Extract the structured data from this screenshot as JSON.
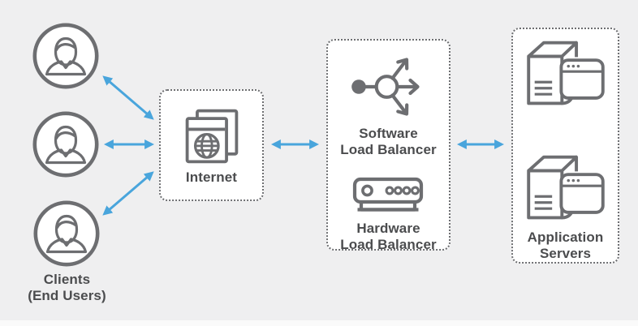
{
  "nodes": {
    "clients": {
      "icon": "user-icon",
      "count": 3,
      "label_line1": "Clients",
      "label_line2": "(End Users)"
    },
    "internet": {
      "icon": "browser-globe-icon",
      "label": "Internet"
    },
    "software_lb": {
      "icon": "distribution-arrows-icon",
      "label_line1": "Software",
      "label_line2": "Load Balancer"
    },
    "hardware_lb": {
      "icon": "network-appliance-icon",
      "label_line1": "Hardware",
      "label_line2": "Load Balancer"
    },
    "app_servers": {
      "icon": "server-browser-icon",
      "count": 2,
      "label_line1": "Application",
      "label_line2": "Servers"
    }
  },
  "connections": [
    {
      "from": "client-1",
      "to": "internet",
      "bidirectional": true
    },
    {
      "from": "client-2",
      "to": "internet",
      "bidirectional": true
    },
    {
      "from": "client-3",
      "to": "internet",
      "bidirectional": true
    },
    {
      "from": "internet",
      "to": "load-balancer-box",
      "bidirectional": true
    },
    {
      "from": "load-balancer-box",
      "to": "application-servers-box",
      "bidirectional": true
    }
  ],
  "colors": {
    "background": "#efeff0",
    "box_fill": "#ffffff",
    "box_border": "#6d6e71",
    "icon_stroke": "#6d6e71",
    "text": "#4b4c4e",
    "arrow": "#49a5dc"
  }
}
